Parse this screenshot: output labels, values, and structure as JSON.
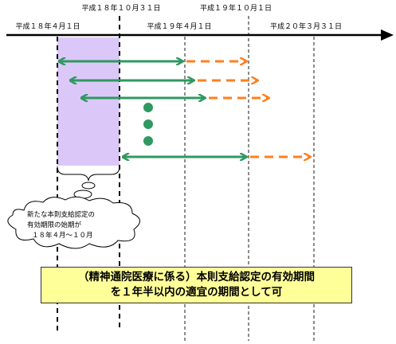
{
  "dates": {
    "d1": "平成１８年４月１日",
    "d2": "平成１８年１０月３１日",
    "d3": "平成１９年４月１日",
    "d4": "平成１９年１０月１日",
    "d5": "平成２０年３月３１日"
  },
  "cloud": {
    "line1": "新たな本則支給認定の",
    "line2": "有効期限の始期が",
    "line3": "１８年４月～１０月"
  },
  "note": {
    "line1": "（精神通院医療に係る）本則支給認定の有効期間",
    "line2": "を１年半以内の適宜の期間として可"
  },
  "colors": {
    "green": "#2e9960",
    "orange": "#ff7f1e",
    "lavender": "#dcc8f8",
    "note_bg": "#ffff99"
  }
}
